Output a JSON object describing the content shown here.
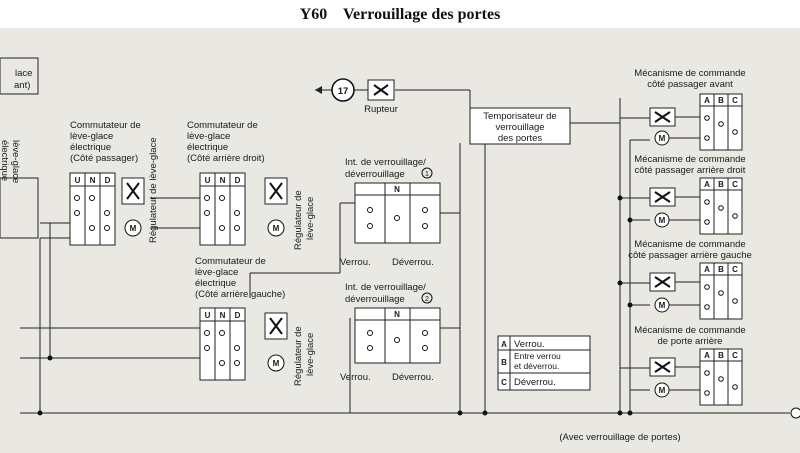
{
  "page": {
    "code": "Y60",
    "title": "Verrouillage des portes"
  },
  "diagram": {
    "left_cut_labels": [
      "lace",
      "ant)"
    ],
    "left_cut_vertical": [
      "lève-glace",
      "électrique"
    ],
    "connector_number": "17",
    "rupteur": "Rupteur",
    "temporisateur": [
      "Temporisateur de",
      "verrouillage",
      "des portes"
    ],
    "switches": [
      {
        "lines": [
          "Commutateur de",
          "lève-glace",
          "électrique",
          "(Côté passager)"
        ],
        "cols": [
          "U",
          "N",
          "D"
        ],
        "regulator": "Régulateur de lève-glace"
      },
      {
        "lines": [
          "Commutateur de",
          "lève-glace",
          "électrique",
          "(Côté arrière droit)"
        ],
        "cols": [
          "U",
          "N",
          "D"
        ],
        "regulator": [
          "Régulateur de",
          "lève-glace"
        ]
      },
      {
        "lines": [
          "Commutateur de",
          "lève-glace",
          "électrique",
          "(Côté arrière gauche)"
        ],
        "cols": [
          "U",
          "N",
          "D"
        ],
        "regulator": [
          "Régulateur de",
          "lève-glace"
        ]
      }
    ],
    "lock_switches": [
      {
        "lines": [
          "Int. de verrouillage/",
          "déverrouillage"
        ],
        "num": "1",
        "n_col": "N",
        "left": "Verrou.",
        "right": "Déverrou."
      },
      {
        "lines": [
          "Int. de verrouillage/",
          "déverrouillage"
        ],
        "num": "2",
        "n_col": "N",
        "left": "Verrou.",
        "right": "Déverrou."
      }
    ],
    "mechanisms": [
      {
        "lines": [
          "Mécanisme de commande",
          "côté passager avant"
        ]
      },
      {
        "lines": [
          "Mécanisme de commande",
          "côté passager arrière droit"
        ]
      },
      {
        "lines": [
          "Mécanisme de commande",
          "côté passager arrière gauche"
        ]
      },
      {
        "lines": [
          "Mécanisme de commande",
          "de porte arrière"
        ]
      }
    ],
    "mech_cols": [
      "A",
      "B",
      "C"
    ],
    "motor_symbol": "M",
    "legend": [
      {
        "key": "A",
        "text": [
          "Verrou."
        ]
      },
      {
        "key": "B",
        "text": [
          "Entre verrou",
          "et déverrou."
        ]
      },
      {
        "key": "C",
        "text": [
          "Déverrou."
        ]
      }
    ],
    "footer": "(Avec verrouillage de portes)"
  }
}
